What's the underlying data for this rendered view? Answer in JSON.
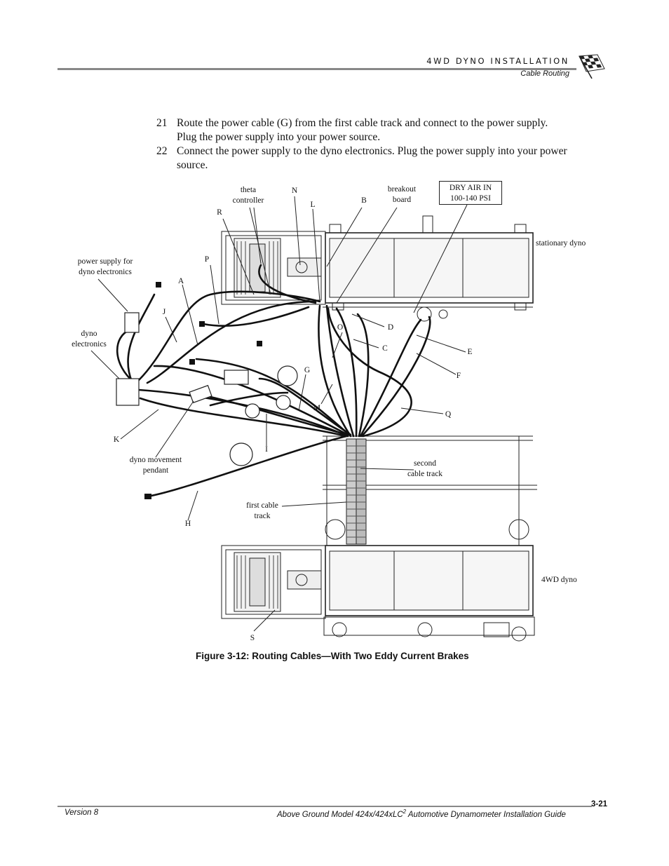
{
  "header": {
    "chapter_title": "4WD DYNO INSTALLATION",
    "section_title": "Cable Routing"
  },
  "steps": [
    {
      "number": "21",
      "text": "Route the power cable (G) from the first cable track and connect to the power supply. Plug the power supply into your power source."
    },
    {
      "number": "22",
      "text": "Connect the power supply to the dyno electronics. Plug the power supply into your power source."
    }
  ],
  "figure": {
    "caption": "Figure 3-12: Routing Cables—With Two Eddy Current Brakes",
    "labels": {
      "theta_controller": "theta\ncontroller",
      "breakout_board": "breakout\nboard",
      "dry_air": "DRY AIR IN\n100-140 PSI",
      "stationary_dyno": "stationary dyno",
      "power_supply": "power supply for\ndyno electronics",
      "dyno_electronics": "dyno\nelectronics",
      "dyno_pendant": "dyno movement\npendant",
      "second_track": "second\ncable track",
      "first_track": "first cable\ntrack",
      "dyno_4wd": "4WD dyno"
    },
    "letters": {
      "N": "N",
      "L": "L",
      "B": "B",
      "R": "R",
      "P": "P",
      "A": "A",
      "J": "J",
      "O": "O",
      "D": "D",
      "C": "C",
      "E": "E",
      "G": "G",
      "F": "F",
      "M": "M",
      "Q": "Q",
      "K": "K",
      "I": "I",
      "H": "H",
      "S": "S"
    }
  },
  "footer": {
    "version": "Version 8",
    "guide_title": "Above Ground Model 424x/424xLC",
    "guide_sup": "2",
    "guide_rest": " Automotive Dynamometer Installation Guide",
    "page_number": "3-21"
  }
}
